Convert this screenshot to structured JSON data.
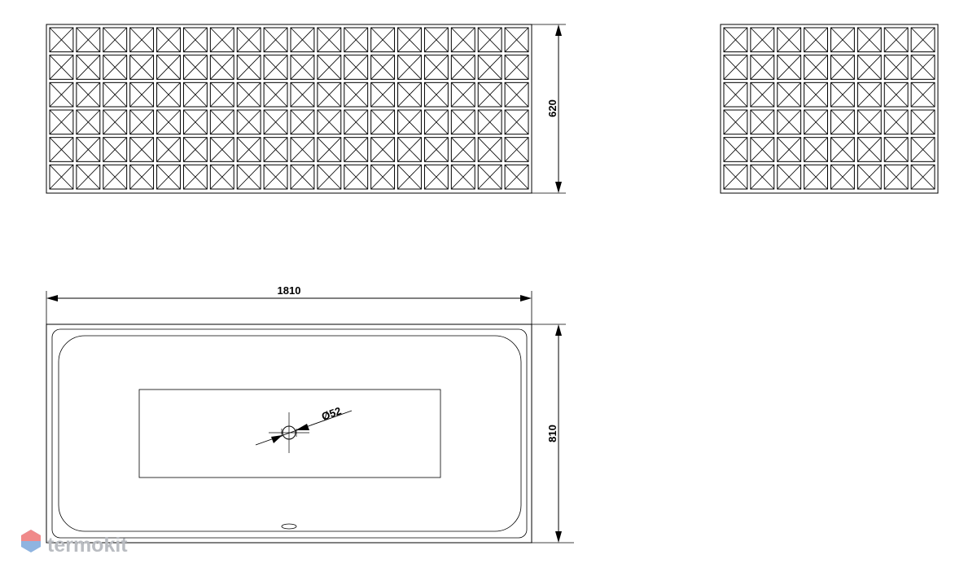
{
  "dimensions": {
    "length": "1810",
    "width": "810",
    "height": "620",
    "drain_diameter": "Ø52"
  },
  "watermark": {
    "text": "termokit"
  },
  "panel_pattern": {
    "front_rows": 6,
    "front_cols": 18,
    "side_rows": 6,
    "side_cols": 8
  },
  "colors": {
    "line": "#000000",
    "watermark_text": "#b9bcc1",
    "watermark_icon_top": "#f08a8a",
    "watermark_icon_bottom": "#8fb4e0"
  }
}
